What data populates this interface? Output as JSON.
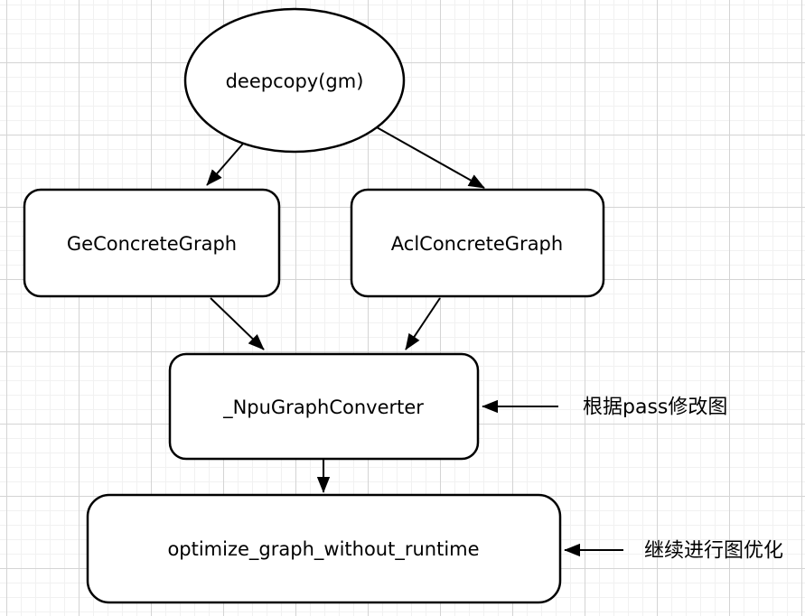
{
  "diagram": {
    "ellipse": {
      "label": "deepcopy(gm)"
    },
    "boxes": {
      "ge": {
        "label": "GeConcreteGraph"
      },
      "acl": {
        "label": "AclConcreteGraph"
      },
      "converter": {
        "label": "_NpuGraphConverter"
      },
      "optimize": {
        "label": "optimize_graph_without_runtime"
      }
    },
    "annotations": {
      "converter": {
        "label": "根据pass修改图"
      },
      "optimize": {
        "label": "继续进行图优化"
      }
    },
    "colors": {
      "stroke": "#000000",
      "shape_fill": "#ffffff",
      "background": "#ffffff",
      "grid_minor": "#f1f1f1",
      "grid_major": "#d4d4d4",
      "text": "#000000"
    }
  }
}
